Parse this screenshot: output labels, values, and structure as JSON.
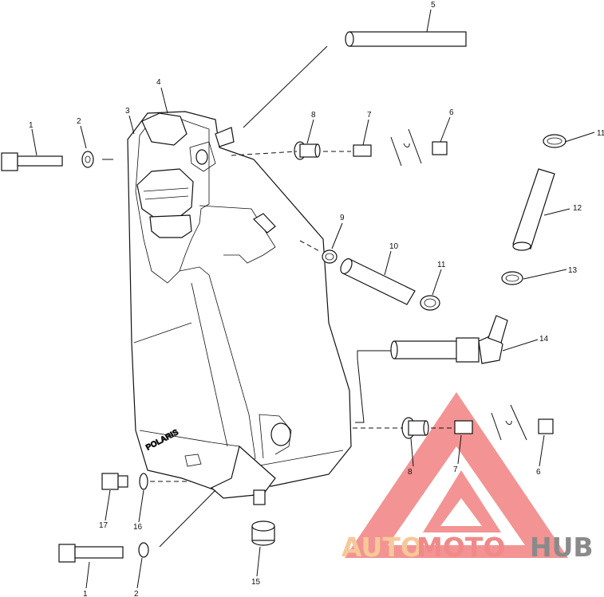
{
  "callouts": [
    "1",
    "2",
    "3",
    "4",
    "5",
    "6",
    "7",
    "8",
    "9",
    "10",
    "11",
    "11",
    "12",
    "13",
    "14",
    "6",
    "7",
    "8",
    "17",
    "16",
    "15",
    "1",
    "2"
  ],
  "brand_on_tank": "POLARIS",
  "watermark": {
    "part_auto": "AUTO",
    "part_moto": "MOTO",
    "part_hub": "HUB",
    "color_auto": "#f6c89a",
    "color_moto": "#f08a8a",
    "color_hub": "#8a8a8a",
    "triangle_color": "#f07070"
  }
}
